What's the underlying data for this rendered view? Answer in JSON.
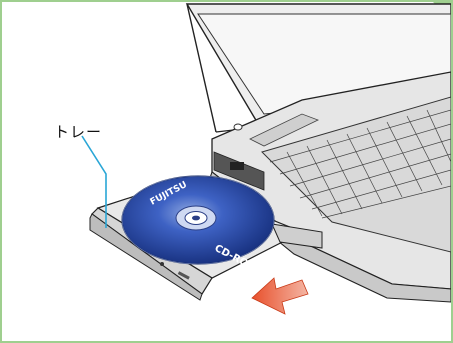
{
  "callout": {
    "tray_label": "トレー"
  },
  "disc": {
    "brand_text": "FUJITSU",
    "format_text": "CD-ROM"
  },
  "colors": {
    "frame_border": "#9fcf8f",
    "leader_line": "#2aa6d6",
    "disc_blue": "#1f3f9e",
    "arrow_red": "#e8502c",
    "laptop_gray": "#dcdcdc"
  }
}
